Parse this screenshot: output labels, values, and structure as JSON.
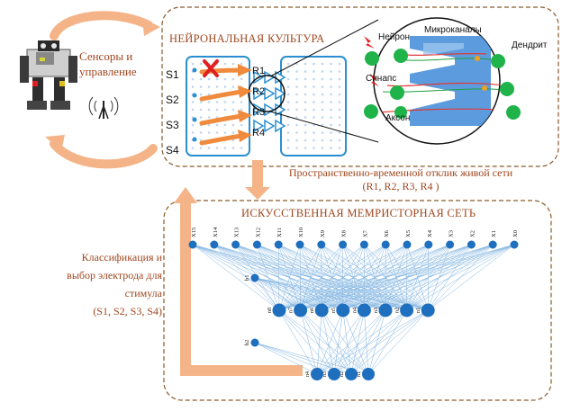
{
  "robot": {
    "label_line1": "Сенсоры и",
    "label_line2": "управление"
  },
  "culture": {
    "title": "НЕЙРОНАЛЬНАЯ КУЛЬТУРА",
    "stimuli": [
      "S1",
      "S2",
      "S3",
      "S4"
    ],
    "responses": [
      "R1",
      "R2",
      "R3",
      "R4"
    ]
  },
  "zoom": {
    "neuron": "Нейрон",
    "microchannels": "Микроканалы",
    "dendrite": "Дендрит",
    "synapse": "Синапс",
    "axon": "Аксон"
  },
  "response_caption": {
    "line1": "Пространственно-временной отклик живой сети",
    "line2": "(R1, R2, R3, R4 )"
  },
  "memristor": {
    "title": "ИСКУССТВЕННАЯ МЕМРИСТОРНАЯ СЕТЬ",
    "inputs": [
      "X15",
      "X14",
      "X13",
      "X12",
      "X11",
      "X10",
      "X9",
      "X8",
      "X7",
      "X6",
      "X5",
      "X4",
      "X3",
      "X2",
      "X1",
      "X0"
    ],
    "bias1": "b1",
    "bias2": "b2",
    "hidden": [
      "n8",
      "n7",
      "n6",
      "n5",
      "n4",
      "n3",
      "n2",
      "n1"
    ],
    "outputs": [
      "n4",
      "n3",
      "n2",
      "n1"
    ]
  },
  "classification": {
    "line1": "Классификация и",
    "line2": "выбор электрода для",
    "line3": "стимула",
    "line4": "(S1, S2, S3, S4)"
  },
  "colors": {
    "accent_orange": "#f2a86e",
    "frame_brown": "#8a5a2b",
    "text_brown": "#a0461e",
    "node_blue": "#1f6fbf",
    "line_blue": "#7fb3e0",
    "mea_blue": "#2a8fd0",
    "neuron_green": "#1fb34a",
    "cross_red": "#e02020"
  }
}
